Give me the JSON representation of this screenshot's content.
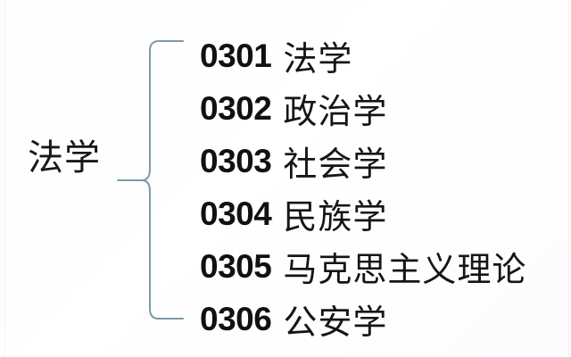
{
  "diagram": {
    "type": "bracket-tree",
    "background_color": "#ffffff",
    "text_color": "#151515",
    "brace_color": "#7d9aa6",
    "category": {
      "label": "法学"
    },
    "brace": {
      "orientation": "left-pointing",
      "color": "#7d9aa6"
    },
    "items": [
      {
        "code": "0301",
        "name": "法学"
      },
      {
        "code": "0302",
        "name": "政治学"
      },
      {
        "code": "0303",
        "name": "社会学"
      },
      {
        "code": "0304",
        "name": "民族学"
      },
      {
        "code": "0305",
        "name": "马克思主义理论"
      },
      {
        "code": "0306",
        "name": "公安学"
      }
    ]
  }
}
